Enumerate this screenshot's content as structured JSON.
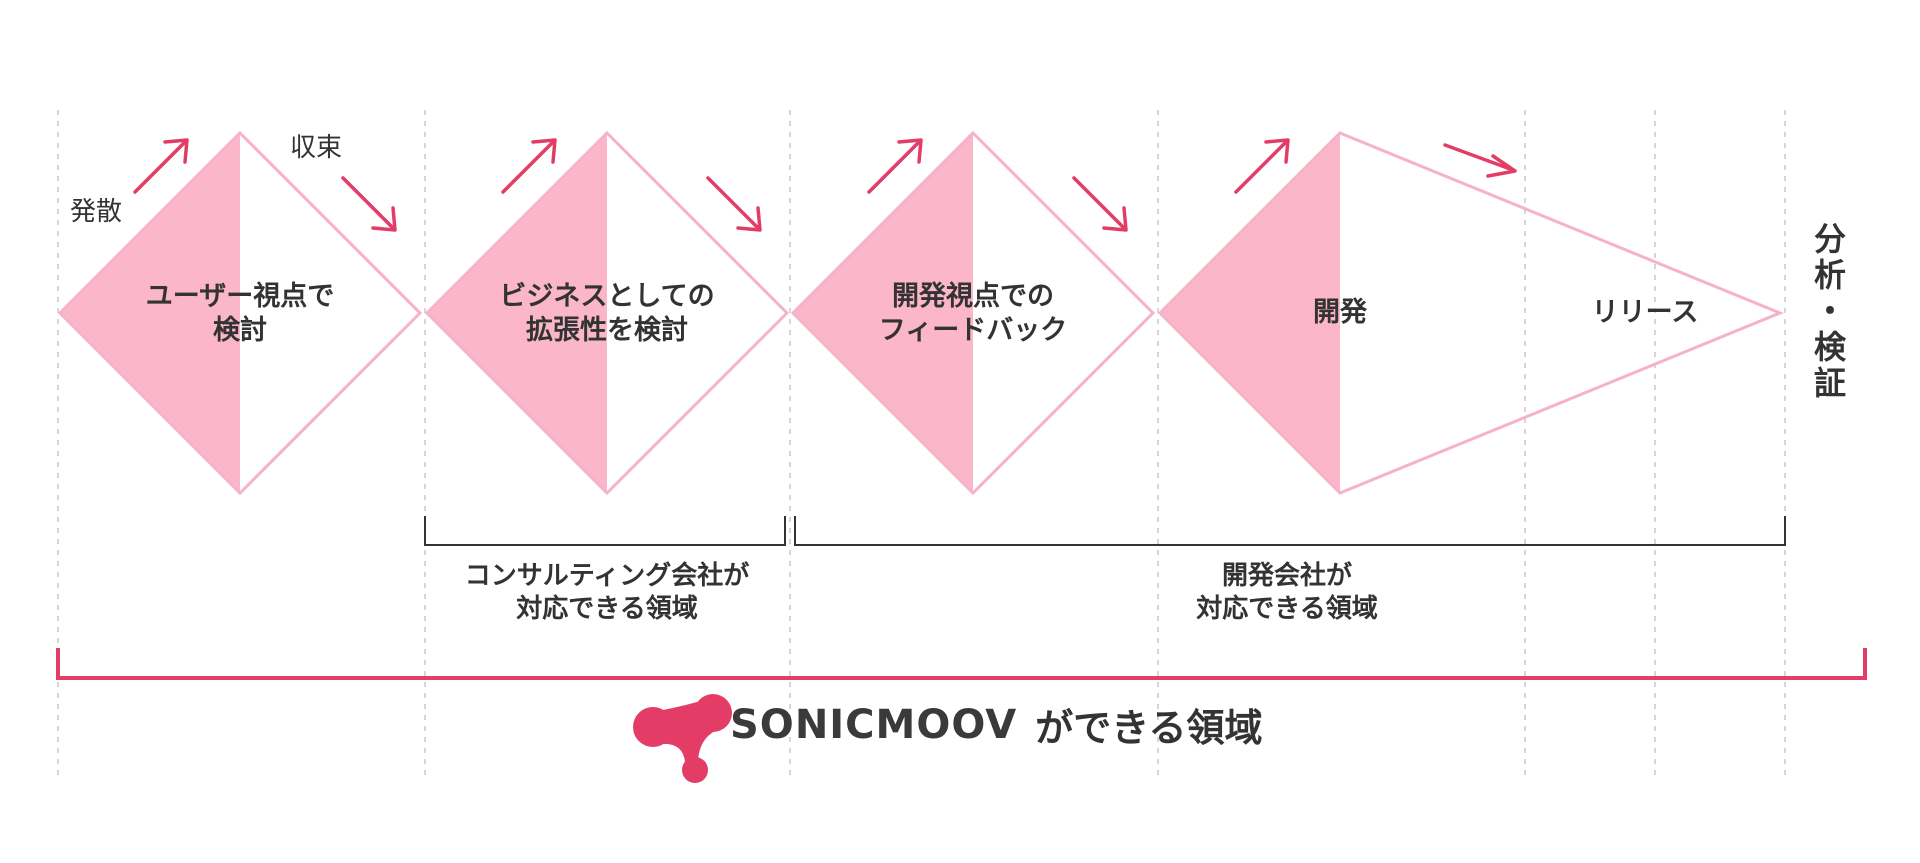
{
  "colors": {
    "pink_fill": "#fbb7c9",
    "pink_stroke": "#f6b2c7",
    "accent": "#e33d67",
    "bracket": "#333333",
    "grid": "#c8c8c8"
  },
  "annotations": {
    "diverge": "発散",
    "converge": "収束"
  },
  "phases": [
    {
      "line1": "ユーザー視点で",
      "line2": "検討"
    },
    {
      "line1": "ビジネスとしての",
      "line2": "拡張性を検討"
    },
    {
      "line1": "開発視点での",
      "line2": "フィードバック"
    }
  ],
  "dev_phase": {
    "develop": "開発",
    "release": "リリース"
  },
  "final_label": "分析・検証",
  "brackets": {
    "consulting": {
      "line1": "コンサルティング会社が",
      "line2": "対応できる領域"
    },
    "dev_company": {
      "line1": "開発会社が",
      "line2": "対応できる領域"
    }
  },
  "brand": {
    "logo_icon": "sonicmoov-logo-icon",
    "name": "SONICMOOV",
    "tail": "ができる領域"
  }
}
